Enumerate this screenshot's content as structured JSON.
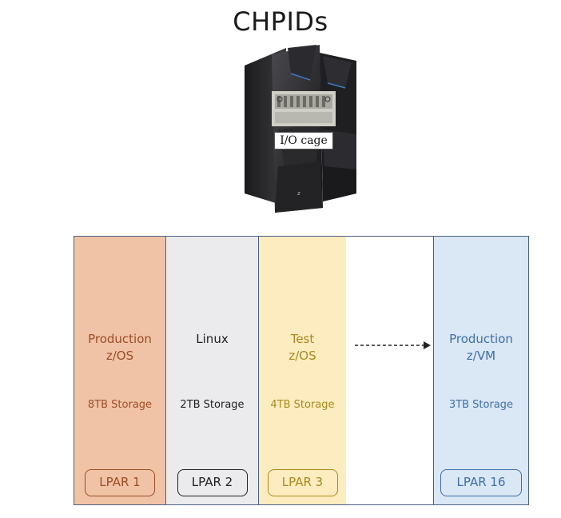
{
  "title": "CHPIDs",
  "server": {
    "io_label": "I/O cage"
  },
  "lpars": [
    {
      "name": "Production\nz/OS",
      "storage": "8TB Storage",
      "badge": "LPAR 1",
      "bg": "#f1c3a6",
      "text": "#9c4c26",
      "badge_border": "#9c4c26"
    },
    {
      "name": "Linux",
      "storage": "2TB Storage",
      "badge": "LPAR 2",
      "bg": "#ebebed",
      "text": "#1f1f1f",
      "badge_border": "#1f1f1f"
    },
    {
      "name": "Test\nz/OS",
      "storage": "4TB Storage",
      "badge": "LPAR 3",
      "bg": "#fcecbf",
      "text": "#a88a1f",
      "badge_border": "#a88a1f"
    },
    {
      "name": "Production\nz/VM",
      "storage": "3TB  Storage",
      "badge": "LPAR 16",
      "bg": "#dae7f4",
      "text": "#3d6fa8",
      "badge_border": "#3d6fa8"
    }
  ],
  "colors": {
    "border": "#4a5f84",
    "arrow": "#222222"
  }
}
